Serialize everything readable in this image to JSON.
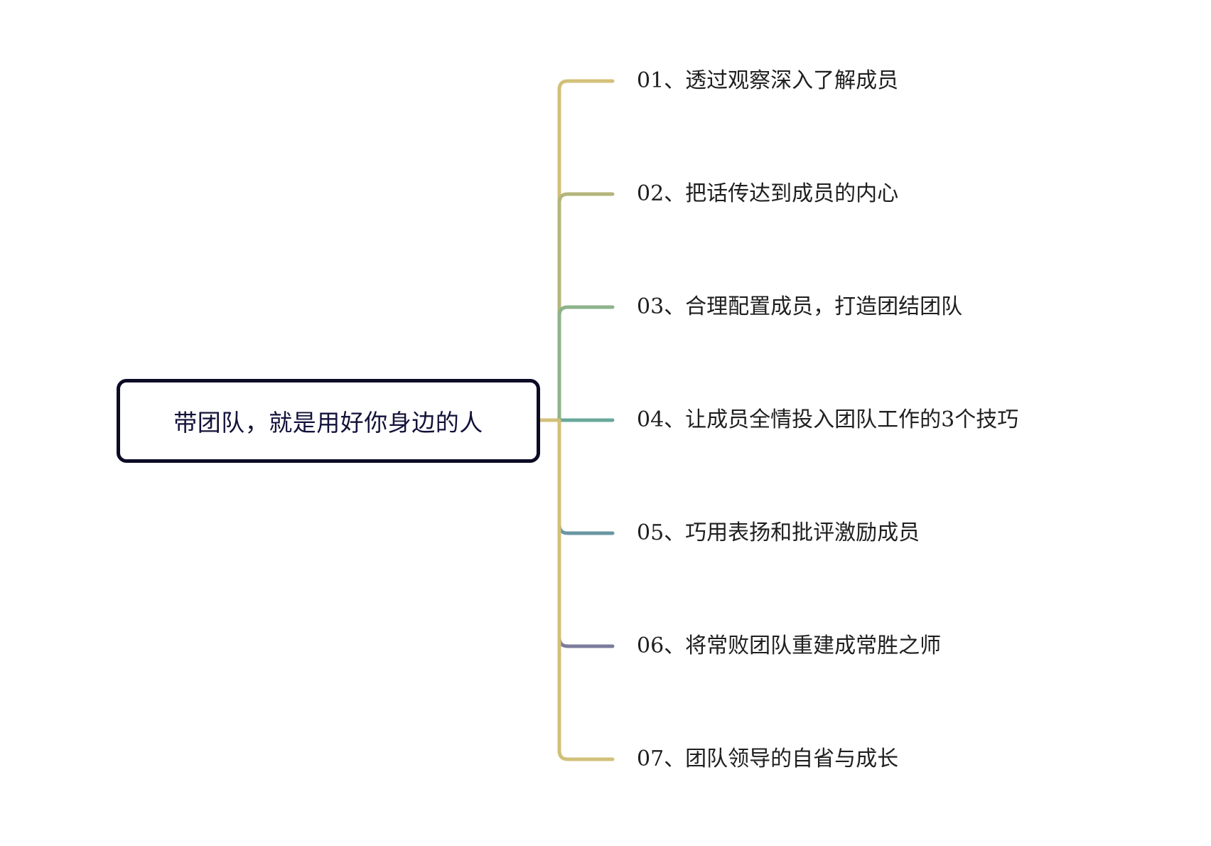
{
  "root": {
    "label": "带团队，就是用好你身边的人"
  },
  "branches": [
    {
      "label": "01、透过观察深入了解成员",
      "color": "#d2c07a"
    },
    {
      "label": "02、把话传达到成员的内心",
      "color": "#b3b67a"
    },
    {
      "label": "03、合理配置成员，打造团结团队",
      "color": "#8db38a"
    },
    {
      "label": "04、让成员全情投入团队工作的3个技巧",
      "color": "#6aa89b"
    },
    {
      "label": "05、巧用表扬和批评激励成员",
      "color": "#6996a2"
    },
    {
      "label": "06、将常败团队重建成常胜之师",
      "color": "#7c7c9e"
    },
    {
      "label": "07、团队领导的自省与成长",
      "color": "#d2c07a"
    }
  ],
  "colors": {
    "trunk": "#d2c07a",
    "root_border": "#0b0b26"
  }
}
